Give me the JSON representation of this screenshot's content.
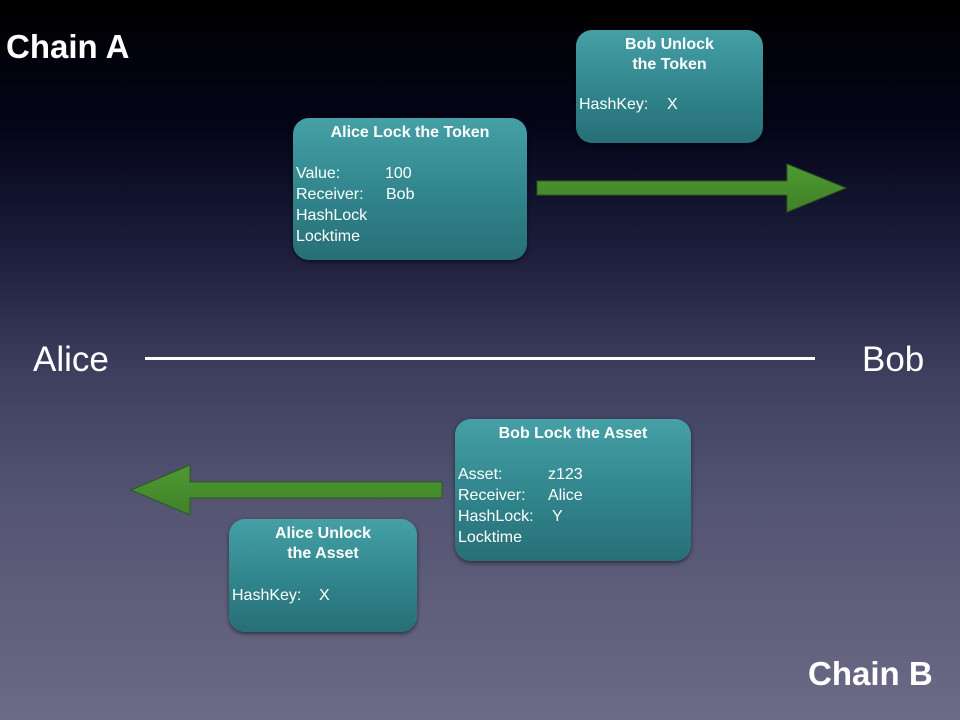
{
  "chains": {
    "top": "Chain A",
    "bottom": "Chain B"
  },
  "parties": {
    "left": "Alice",
    "right": "Bob"
  },
  "colors": {
    "box": "#2f8289",
    "arrow": "#4a8f2e"
  },
  "boxes": {
    "alice_lock": {
      "title": "Alice Lock the Token",
      "rows": [
        {
          "k": "Value:",
          "v": "100"
        },
        {
          "k": "Receiver:",
          "v": "Bob"
        },
        {
          "k": "HashLock",
          "v": ""
        },
        {
          "k": "Locktime",
          "v": ""
        }
      ]
    },
    "bob_unlock": {
      "title_line1": "Bob Unlock",
      "title_line2": "the Token",
      "rows": [
        {
          "k": "HashKey:",
          "v": "X"
        }
      ]
    },
    "bob_lock": {
      "title": "Bob Lock the Asset",
      "rows": [
        {
          "k": "Asset:",
          "v": "z123"
        },
        {
          "k": "Receiver:",
          "v": "Alice"
        },
        {
          "k": "HashLock:",
          "v": "Y"
        },
        {
          "k": "Locktime",
          "v": ""
        }
      ]
    },
    "alice_unlock": {
      "title_line1": "Alice Unlock",
      "title_line2": "the Asset",
      "rows": [
        {
          "k": "HashKey:",
          "v": "X"
        }
      ]
    }
  },
  "arrows": {
    "chain_a_direction": "right",
    "chain_b_direction": "left"
  }
}
